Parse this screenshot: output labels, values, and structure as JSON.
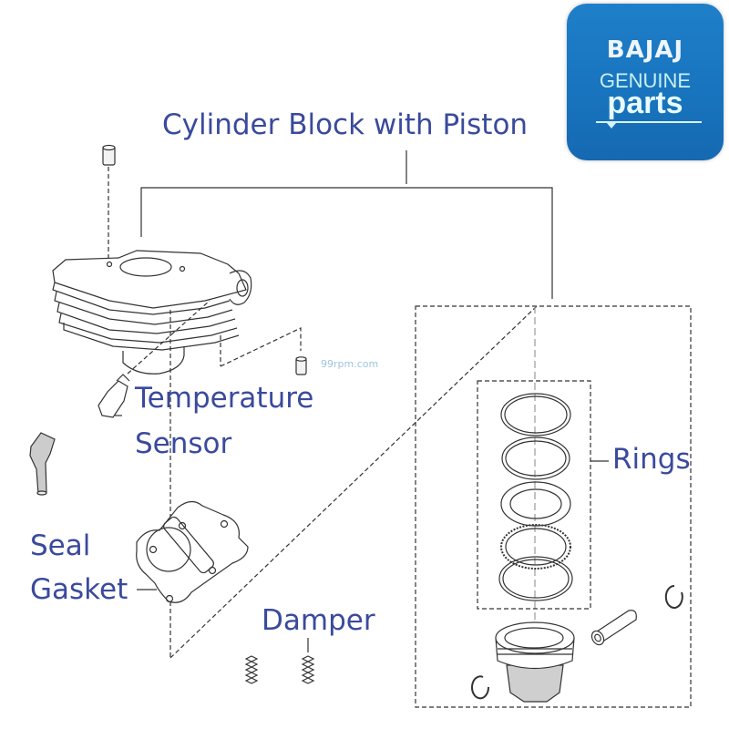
{
  "logo": {
    "brand": "BAJAJ",
    "line2": "GENUINE",
    "line3": "parts",
    "background_color": "#1b78c2"
  },
  "watermark": "99rpm.com",
  "labels": {
    "title": "Cylinder Block with Piston",
    "temperature_sensor_line1": "Temperature",
    "temperature_sensor_line2": "Sensor",
    "rings": "Rings",
    "seal_gasket_line1": "Seal",
    "seal_gasket_line2": "Gasket",
    "damper": "Damper"
  },
  "colors": {
    "label_text": "#3a4a9c",
    "line_art": "#333333"
  }
}
